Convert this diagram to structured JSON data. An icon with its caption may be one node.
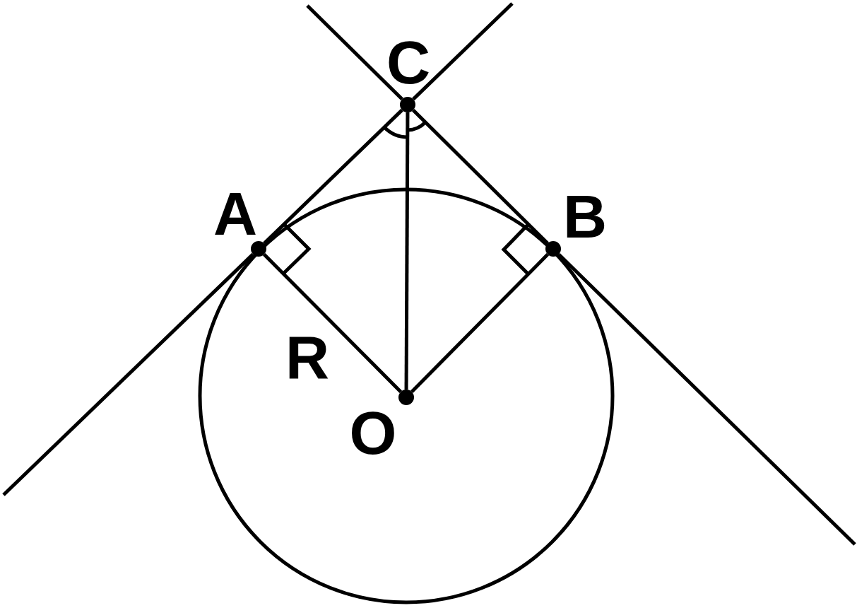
{
  "diagram": {
    "nodes": [
      {
        "text": [
          "C"
        ]
      },
      {
        "text": [
          "A"
        ]
      },
      {
        "text": [
          "B"
        ]
      },
      {
        "text": [],
        "shape": "circle"
      },
      {
        "text": [
          "O"
        ],
        "in": 3
      }
    ],
    "edges": [
      {
        "from": 0,
        "to": 1,
        "arrow": "none"
      },
      {
        "from": 0,
        "to": 2,
        "arrow": "none"
      },
      {
        "from": 0,
        "to": 4,
        "arrow": "none"
      },
      {
        "from": 4,
        "to": 1,
        "arrow": "none"
      },
      {
        "from": 4,
        "to": 2,
        "arrow": "none"
      },
      {
        "from": 1,
        "to": null,
        "arrow": "none"
      },
      {
        "from": 0,
        "to": null,
        "arrow": "none"
      },
      {
        "from": 0,
        "to": null,
        "arrow": "none"
      },
      {
        "from": 2,
        "to": null,
        "arrow": "none"
      }
    ],
    "labels": [
      "R"
    ]
  }
}
